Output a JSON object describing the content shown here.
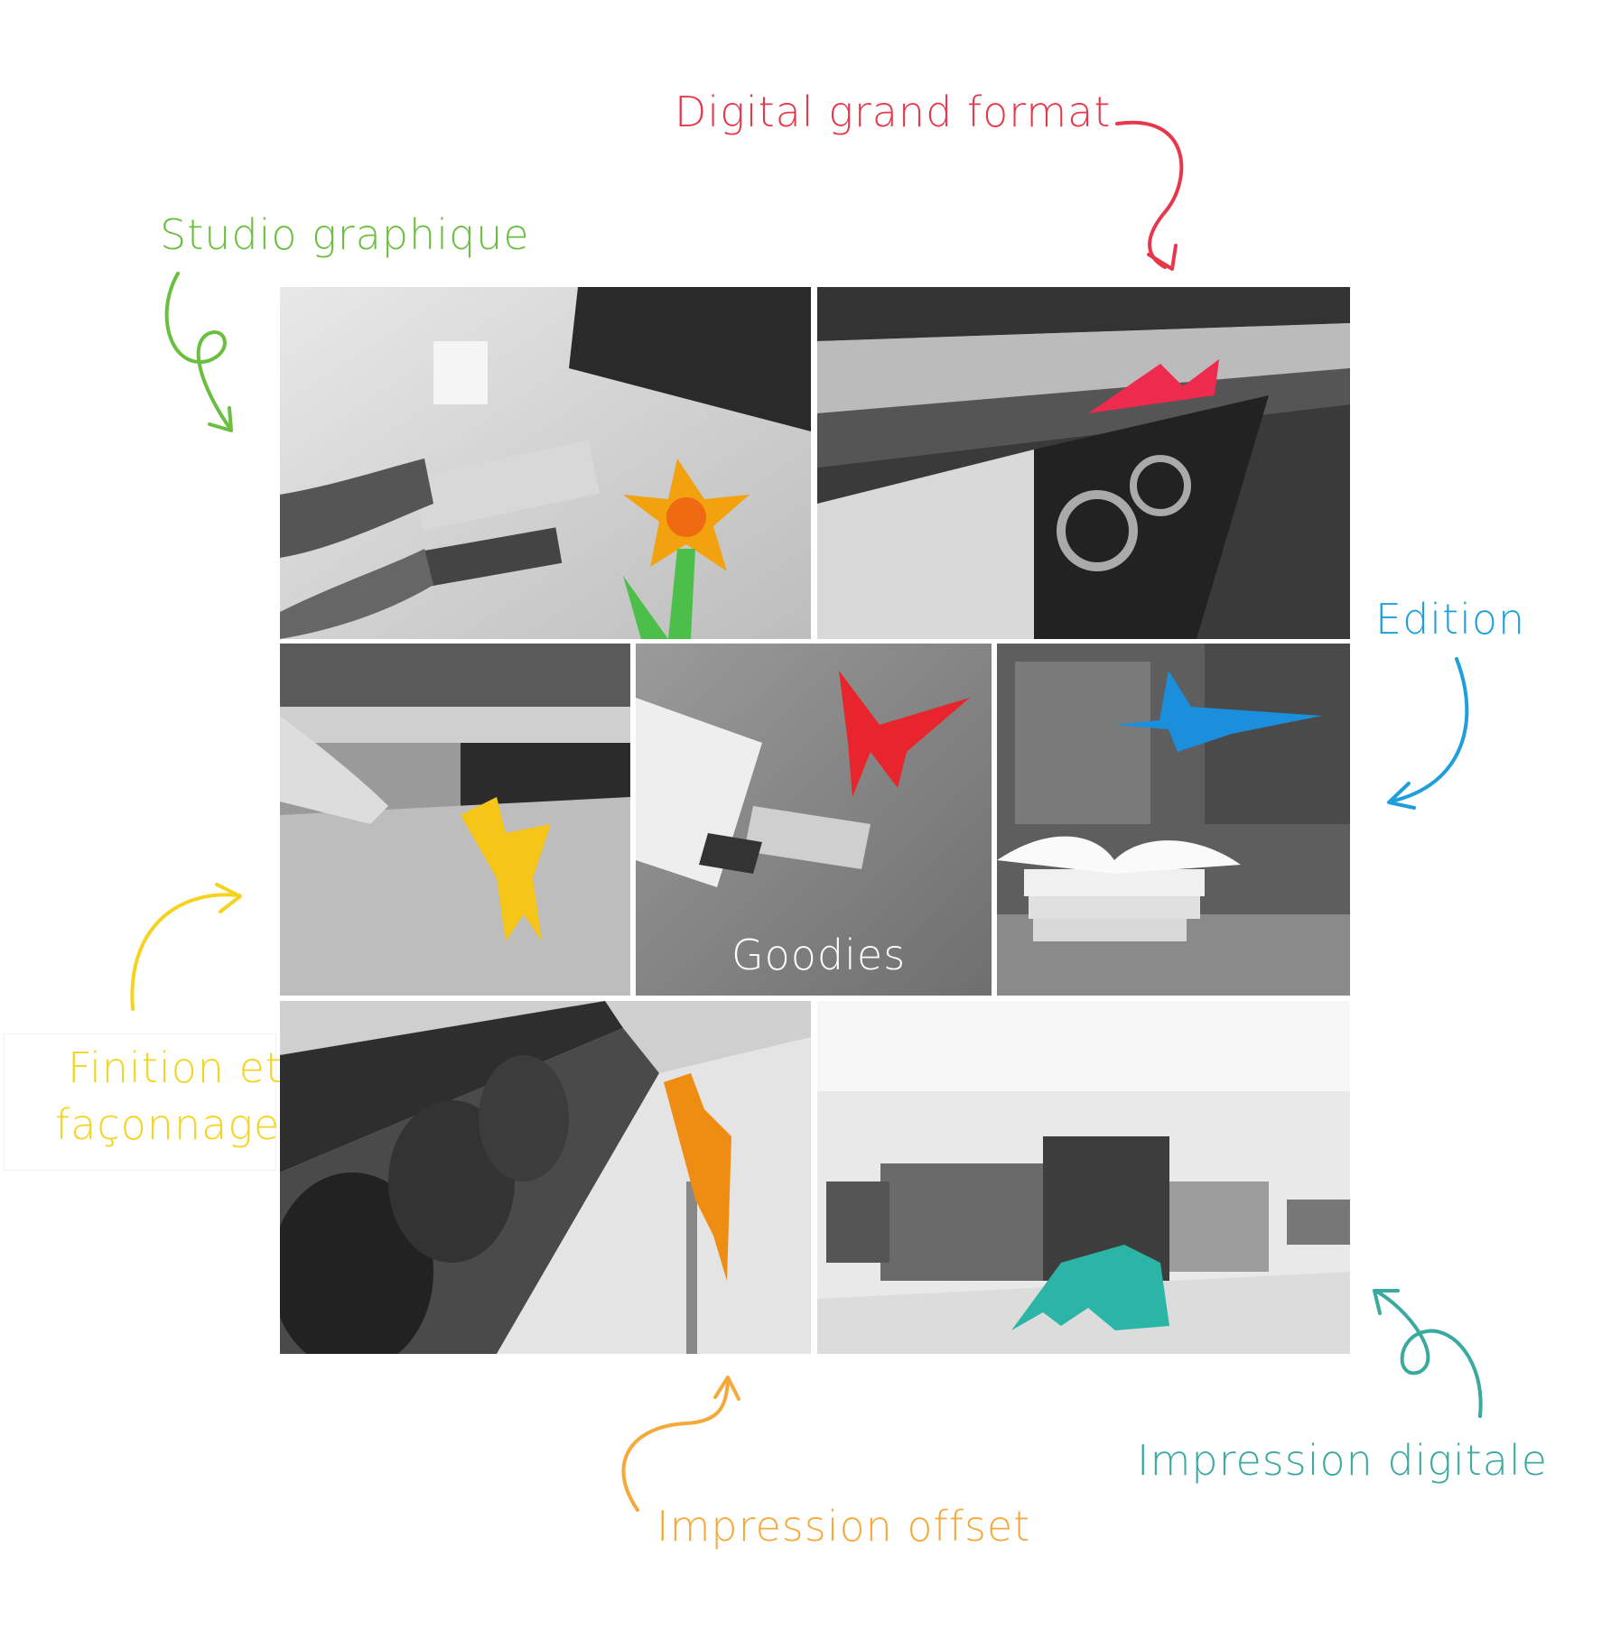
{
  "labels": {
    "digital_grand_format": "Digital grand format",
    "studio_graphique": "Studio graphique",
    "edition": "Edition",
    "finition_line1": "Finition et",
    "finition_line2": "façonnage",
    "goodies": "Goodies",
    "impression_offset": "Impression offset",
    "impression_digitale": "Impression digitale"
  },
  "colors": {
    "red": "#e8364a",
    "green": "#6abf3f",
    "blue": "#1e9fdc",
    "yellow": "#f5d31f",
    "orange": "#f4a93a",
    "teal": "#3aa9a0"
  }
}
